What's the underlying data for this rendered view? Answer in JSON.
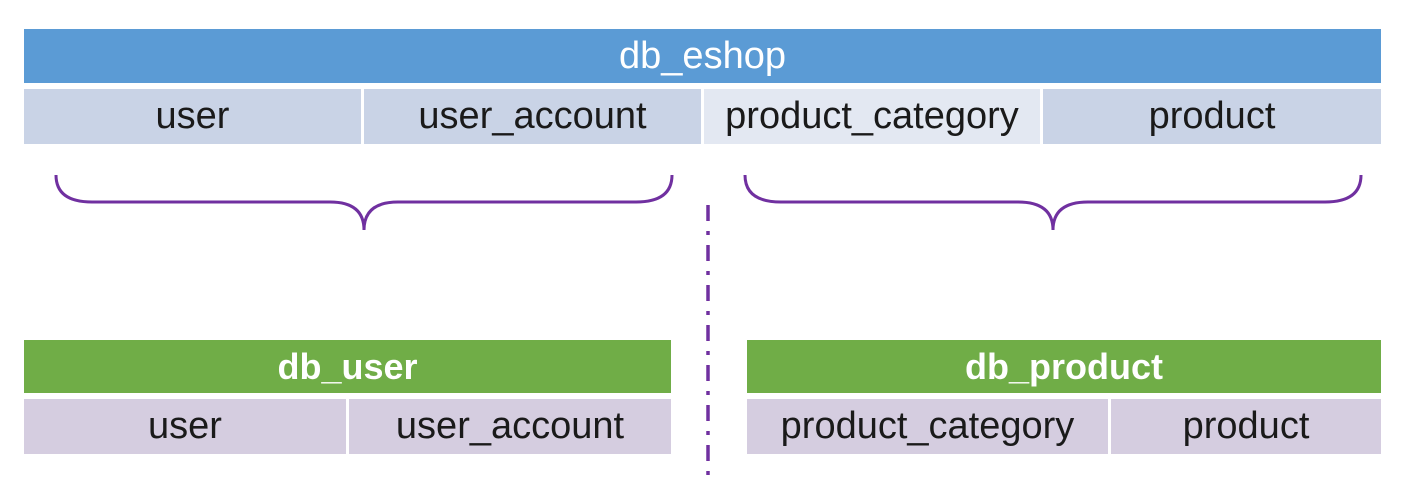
{
  "colors": {
    "blue_header": "#5b9bd5",
    "green_header": "#70ad47",
    "blue_cell": "#c9d3e6",
    "purple_cell": "#d5cde0",
    "bracket": "#7030a0"
  },
  "source_db": {
    "name": "db_eshop",
    "tables": [
      "user",
      "user_account",
      "product_category",
      "product"
    ]
  },
  "target_dbs": [
    {
      "name": "db_user",
      "tables": [
        "user",
        "user_account"
      ]
    },
    {
      "name": "db_product",
      "tables": [
        "product_category",
        "product"
      ]
    }
  ]
}
